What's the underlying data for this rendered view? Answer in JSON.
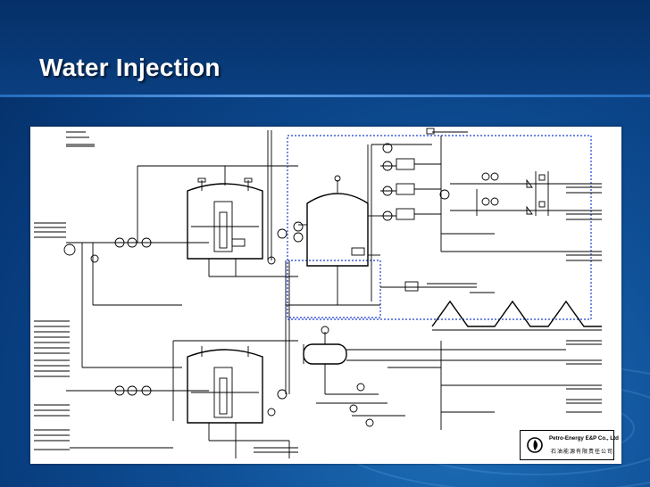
{
  "slide": {
    "title": "Water Injection"
  },
  "diagram": {
    "company_name": "Petro-Energy E&P Co., Ltd",
    "company_name_cn": "石油能源有限责任公司",
    "logo_icon": "company-logo-icon",
    "colors": {
      "background": "#0a3f80",
      "title_text": "#ffffff",
      "highlight_box": "#1a3fd0",
      "diagram_background": "#ffffff",
      "line_color": "#000000"
    }
  }
}
